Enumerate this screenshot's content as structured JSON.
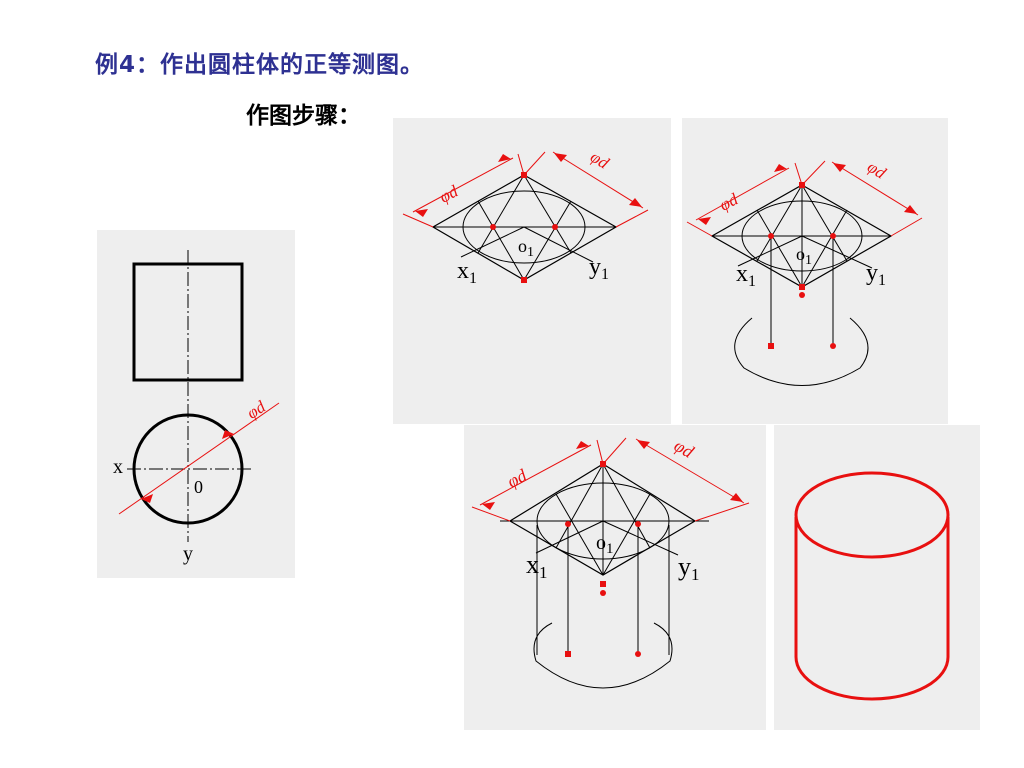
{
  "heading": {
    "title": "例4：作出圆柱体的正等测图。",
    "subtitle": "作图步骤："
  },
  "colors": {
    "title": "#2e3192",
    "construction": "#000000",
    "accent": "#e81010",
    "panel": "#eeeeee"
  },
  "views": {
    "orthographic": {
      "x_label": "x",
      "y_label": "y",
      "o_label": "0",
      "dim_label": "φd"
    },
    "step1": {
      "x_label": "x",
      "x_sub": "1",
      "y_label": "y",
      "y_sub": "1",
      "o_label": "o",
      "o_sub": "1",
      "dim_left": "φd",
      "dim_right": "φd"
    },
    "step2": {
      "x_label": "x",
      "x_sub": "1",
      "y_label": "y",
      "y_sub": "1",
      "o_label": "o",
      "o_sub": "1",
      "dim_left": "φd",
      "dim_right": "φd"
    },
    "step3": {
      "x_label": "x",
      "x_sub": "1",
      "y_label": "y",
      "y_sub": "1",
      "o_label": "o",
      "o_sub": "1",
      "dim_left": "φd",
      "dim_right": "φd"
    }
  }
}
